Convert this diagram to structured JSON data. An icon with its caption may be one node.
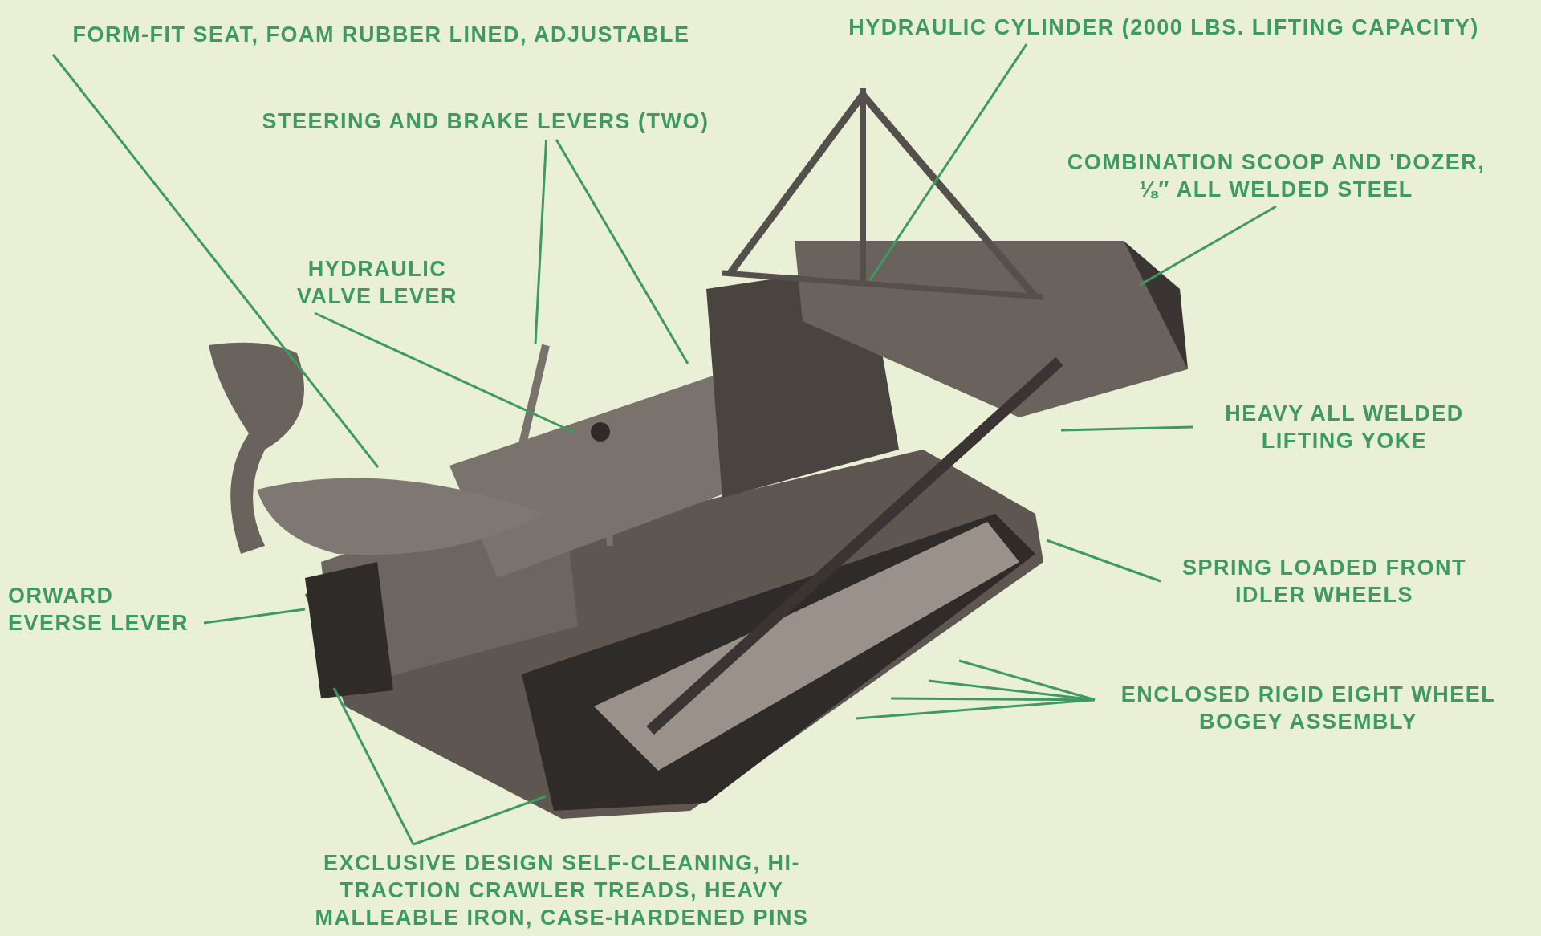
{
  "diagram": {
    "nodes": [
      {
        "text": [
          "FORM-FIT SEAT, FOAM RUBBER LINED, ADJUSTABLE"
        ]
      },
      {
        "text": [
          "HYDRAULIC CYLINDER (2000 LBS. LIFTING CAPACITY)"
        ]
      },
      {
        "text": [
          "STEERING AND BRAKE LEVERS (TWO)"
        ]
      },
      {
        "text": [
          "COMBINATION SCOOP AND 'DOZER, ⅛″ ALL WELDED STEEL"
        ]
      },
      {
        "text": [
          "HYDRAULIC VALVE LEVER"
        ]
      },
      {
        "text": [
          "HEAVY ALL WELDED LIFTING YOKE"
        ]
      },
      {
        "text": [
          "SPRING LOADED FRONT IDLER WHEELS"
        ]
      },
      {
        "text": [
          "ORWARD EVERSE LEVER"
        ]
      },
      {
        "text": [
          "ENCLOSED RIGID EIGHT WHEEL BOGEY ASSEMBLY"
        ]
      },
      {
        "text": [
          "EXCLUSIVE DESIGN SELF-CLEANING, HI-TRACTION CRAWLER TREADS, HEAVY MALLEABLE IRON, CASE-HARDENED PINS"
        ]
      }
    ],
    "edges": [
      {
        "from": 0,
        "to": null,
        "arrow": "none"
      },
      {
        "from": 1,
        "to": null,
        "arrow": "none"
      },
      {
        "from": 2,
        "to": null,
        "arrow": "none"
      },
      {
        "from": 2,
        "to": null,
        "arrow": "none"
      },
      {
        "from": 3,
        "to": null,
        "arrow": "none"
      },
      {
        "from": 4,
        "to": null,
        "arrow": "none"
      },
      {
        "from": 5,
        "to": null,
        "arrow": "none"
      },
      {
        "from": 6,
        "to": null,
        "arrow": "none"
      },
      {
        "from": 7,
        "to": null,
        "arrow": "none"
      },
      {
        "from": 8,
        "to": null,
        "arrow": "none"
      },
      {
        "from": 8,
        "to": null,
        "arrow": "none"
      },
      {
        "from": 8,
        "to": null,
        "arrow": "none"
      },
      {
        "from": 8,
        "to": null,
        "arrow": "none"
      },
      {
        "from": 9,
        "to": null,
        "arrow": "none"
      },
      {
        "from": 9,
        "to": null,
        "arrow": "none"
      }
    ]
  }
}
